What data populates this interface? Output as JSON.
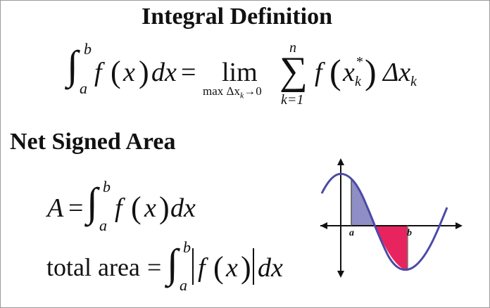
{
  "heading_integral": "Integral Definition",
  "heading_area": "Net Signed Area",
  "formula_def": {
    "lower": "a",
    "upper": "b",
    "fx": "f",
    "var": "x",
    "dx": "dx",
    "equals": "=",
    "lim": "lim",
    "lim_sub": "max Δx",
    "lim_sub_k": "k",
    "lim_arrow": "→0",
    "sum_upper": "n",
    "sum_lower": "k=1",
    "xk": "x",
    "xk_star": "*",
    "xk_sub": "k",
    "delta": "Δx",
    "delta_sub": "k"
  },
  "formula_a": {
    "lhs": "A",
    "equals": "=",
    "lower": "a",
    "upper": "b",
    "fx": "f",
    "var": "x",
    "dx": "dx"
  },
  "formula_total": {
    "lhs": "total area",
    "equals": "=",
    "lower": "a",
    "upper": "b",
    "fx": "f",
    "var": "x",
    "dx": "dx"
  },
  "graph": {
    "label_a": "a",
    "label_b": "b",
    "positive_fill": "#8f8fc6",
    "negative_fill": "#e8245f",
    "curve_color": "#4a4aa6"
  }
}
